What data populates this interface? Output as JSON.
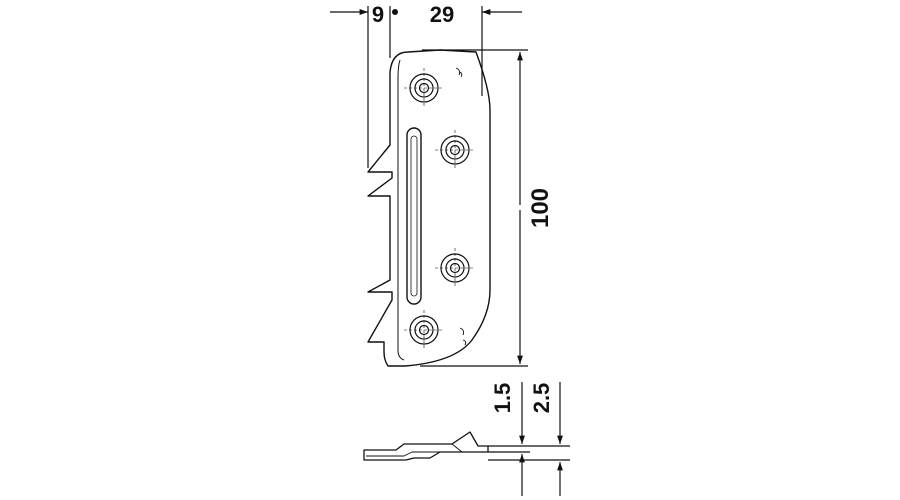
{
  "colors": {
    "line": "#111111",
    "background": "#ffffff"
  },
  "dimensions": {
    "offset": "9",
    "width": "29",
    "height": "100",
    "thickness_small": "1.5",
    "thickness_large": "2.5"
  }
}
